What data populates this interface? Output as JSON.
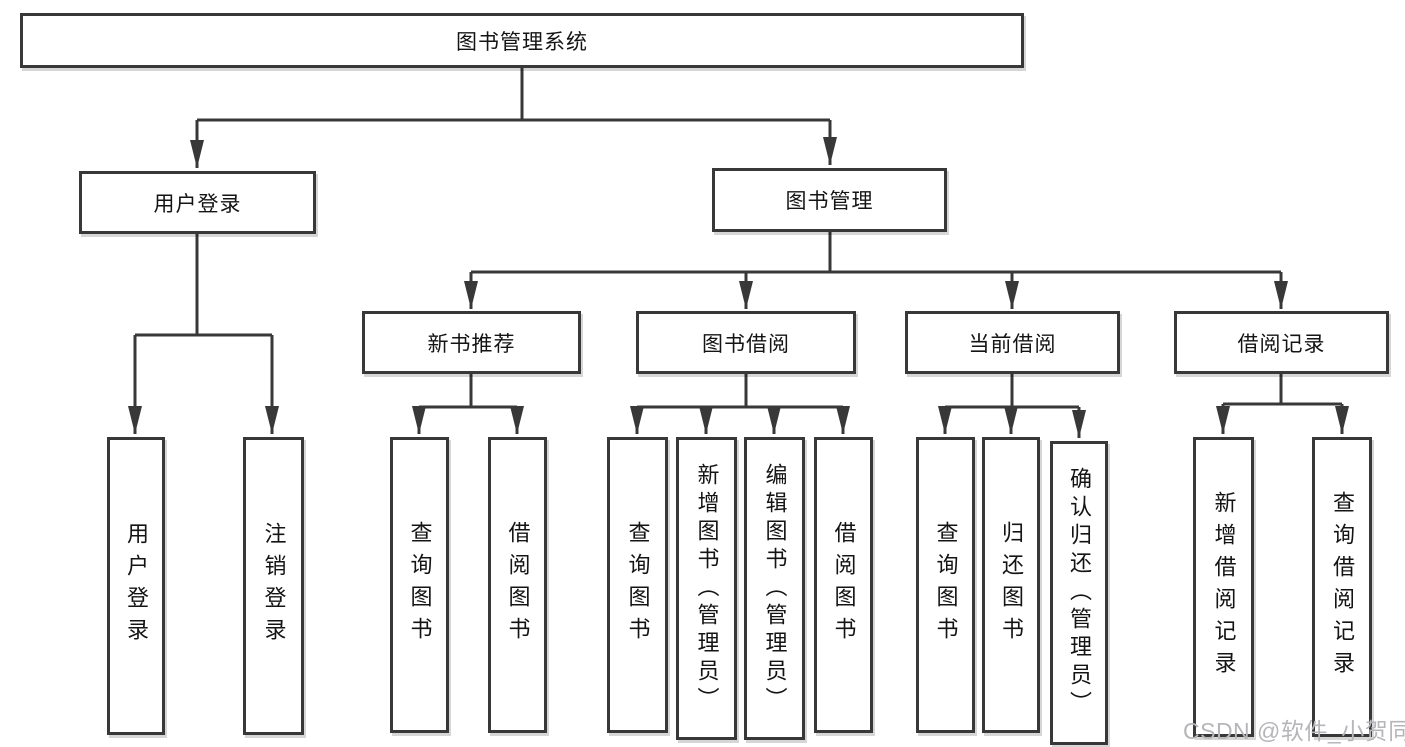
{
  "tree": {
    "root": {
      "label": "图书管理系统"
    },
    "branches": [
      {
        "label": "用户登录",
        "children": [
          {
            "label": "用户登录"
          },
          {
            "label": "注销登录"
          }
        ]
      },
      {
        "label": "图书管理",
        "children": [
          {
            "label": "新书推荐",
            "children": [
              {
                "label": "查询图书"
              },
              {
                "label": "借阅图书"
              }
            ]
          },
          {
            "label": "图书借阅",
            "children": [
              {
                "label": "查询图书"
              },
              {
                "label": "新增图书（管理员）"
              },
              {
                "label": "编辑图书（管理员）"
              },
              {
                "label": "借阅图书"
              }
            ]
          },
          {
            "label": "当前借阅",
            "children": [
              {
                "label": "查询图书"
              },
              {
                "label": "归还图书"
              },
              {
                "label": "确认归还（管理员）"
              }
            ]
          },
          {
            "label": "借阅记录",
            "children": [
              {
                "label": "新增借阅记录"
              },
              {
                "label": "查询借阅记录"
              }
            ]
          }
        ]
      }
    ]
  },
  "watermark": {
    "text": "CSDN @软件_小贺同学",
    "color": "#b6b6ba"
  },
  "colors": {
    "line": "#383838",
    "box_border": "#383838",
    "box_background": "#ffffff",
    "text": "#141414",
    "page_background": "#ffffff"
  }
}
